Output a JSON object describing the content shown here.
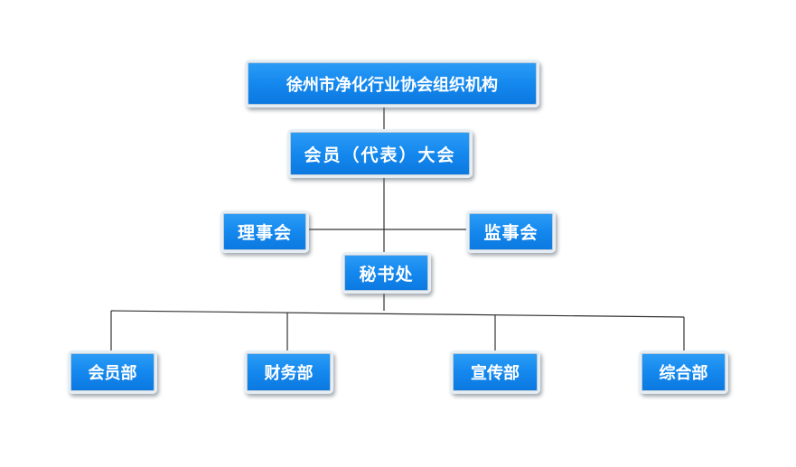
{
  "org_chart": {
    "title": "徐州市净化行业协会组织机构",
    "assembly": "会员（代表）大会",
    "council": "理事会",
    "supervisory_board": "监事会",
    "secretariat": "秘书处",
    "departments": [
      "会员部",
      "财务部",
      "宣传部",
      "综合部"
    ]
  },
  "colors": {
    "node_fill": "#1488ee",
    "node_border": "#e6eef5",
    "line": "#333333"
  }
}
